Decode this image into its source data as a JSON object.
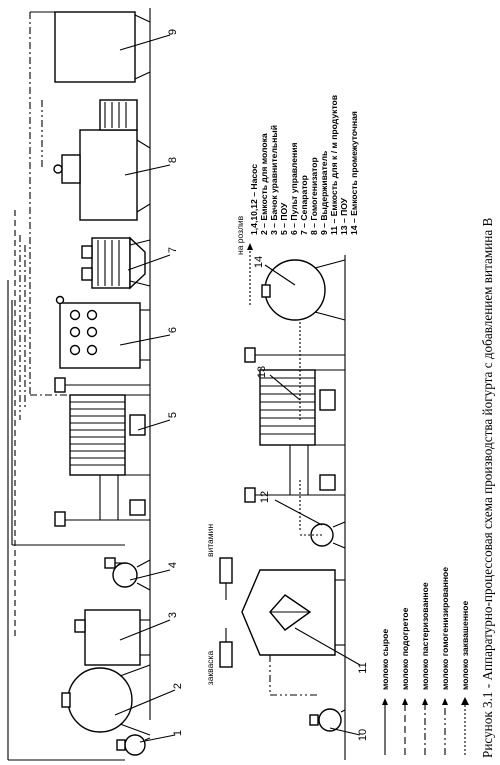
{
  "caption": "Рисунок 3.1 - Аппаратурно-процессовая схема производства йогурта с добавлением витамина В",
  "legend_top": {
    "items": [
      "1,4,10,12 – Насос",
      "2 – Емкость для молока",
      "3 – Бачок уравнительный",
      "5 – ПОУ",
      "6 – Пульт управления",
      "7 – Сепаратор",
      "8 – Гомогенизатор",
      "9 – Выдерживатель",
      "11 – Емкость для к / м продуктов",
      "13 – ПОУ",
      "14 – Емкость промежуточная"
    ]
  },
  "legend_lines": {
    "items": [
      {
        "label": "молоко сырое",
        "style": "solid"
      },
      {
        "label": "молоко подогретое",
        "style": "dash"
      },
      {
        "label": "молоко пастеризованное",
        "style": "dashdot"
      },
      {
        "label": "молоко гомогенизированное",
        "style": "dashdotdot"
      },
      {
        "label": "молоко заквашенное",
        "style": "thick-dotted"
      }
    ]
  },
  "labels": {
    "vitamin": "витамин",
    "starter": "закваска",
    "bottling": "на розлив"
  },
  "numbers": [
    "1",
    "2",
    "3",
    "4",
    "5",
    "6",
    "7",
    "8",
    "9",
    "10",
    "11",
    "12",
    "13",
    "14"
  ]
}
